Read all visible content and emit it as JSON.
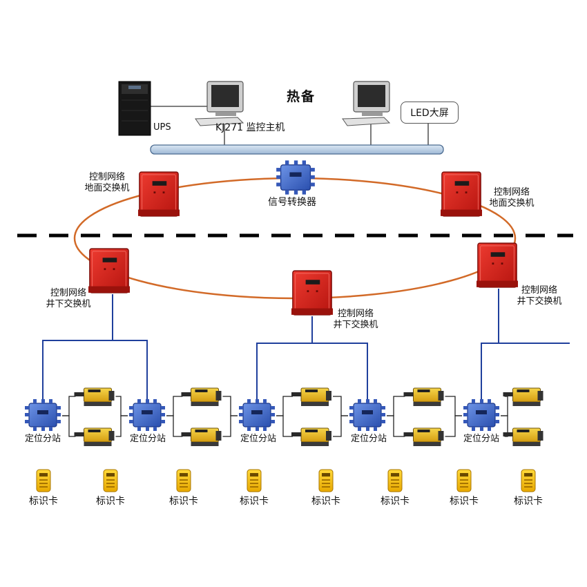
{
  "top": {
    "hot_standby": "热备",
    "ups": "UPS",
    "monitor_host": "KJ271 监控主机",
    "led_screen": "LED大屏"
  },
  "surface": {
    "switch_left": [
      "控制网络",
      "地面交换机"
    ],
    "switch_right": [
      "控制网络",
      "地面交换机"
    ],
    "converter": "信号转换器"
  },
  "underground": {
    "switch_left": [
      "控制网络",
      "井下交换机"
    ],
    "switch_center": [
      "控制网络",
      "井下交换机"
    ],
    "switch_right": [
      "控制网络",
      "井下交换机"
    ]
  },
  "substation_label": "定位分站",
  "substations": [
    "定位分站",
    "定位分站",
    "定位分站",
    "定位分站",
    "定位分站"
  ],
  "card_label": "标识卡",
  "cards": [
    "标识卡",
    "标识卡",
    "标识卡",
    "标识卡",
    "标识卡",
    "标识卡",
    "标识卡",
    "标识卡"
  ],
  "colors": {
    "ring": "#d26a28",
    "network_line": "#1f3f9c",
    "bus": "#b7cde4",
    "switch_red": "#d8241e",
    "substation_blue": "#3a66c8",
    "reader_yellow": "#e6b81e",
    "card_yellow": "#f2c21a"
  }
}
